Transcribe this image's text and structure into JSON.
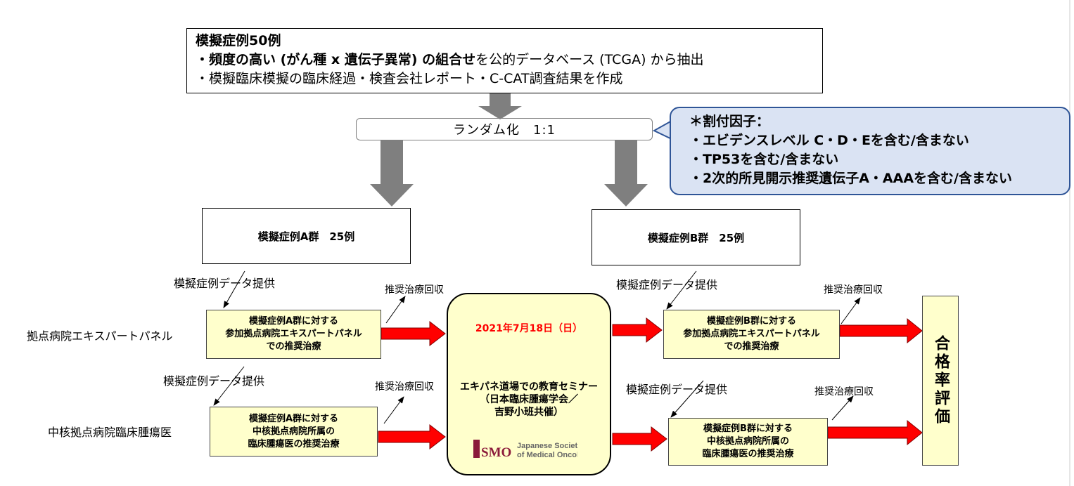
{
  "top_box": {
    "line1": "模擬症例50例",
    "line2_bold": "・頻度の高い (がん種 x 遺伝子異常) の組合せ",
    "line2_rest": "を公的データベース (TCGA) から抽出",
    "line3": "・模擬臨床模擬の臨床経過・検査会社レポート・C-CAT調査結果を作成"
  },
  "randomization": "ランダム化　1:1",
  "callout": {
    "title": "＊割付因子：",
    "items": [
      "・エビデンスレベル C・D・Eを含む/含まない",
      "・TP53を含む/含まない",
      "・2次的所見開示推奨遺伝子A・AAAを含む/含まない"
    ]
  },
  "group_a": "模擬症例A群　25例",
  "group_b": "模擬症例B群　25例",
  "data_provision": "模擬症例データ提供",
  "recommendation_collection": "推奨治療回収",
  "row_labels": {
    "expert_panel": "拠点病院エキスパートパネル",
    "oncologist": "中核拠点病院臨床腫瘍医"
  },
  "boxes": {
    "a_panel": [
      "模擬症例A群に対する",
      "参加拠点病院エキスパートパネル",
      "での推奨治療"
    ],
    "a_onc": [
      "模擬症例A群に対する",
      "中核拠点病院所属の",
      "臨床腫瘍医の推奨治療"
    ],
    "b_panel": [
      "模擬症例B群に対する",
      "参加拠点病院エキスパートパネル",
      "での推奨治療"
    ],
    "b_onc": [
      "模擬症例B群に対する",
      "中核拠点病院所属の",
      "臨床腫瘍医の推奨治療"
    ]
  },
  "seminar": {
    "date": "2021年7月18日（日）",
    "title_lines": [
      "エキパネ道場での教育セミナー",
      "（日本臨床腫瘍学会／",
      "吉野小班共催）"
    ],
    "logo_text": "SMO",
    "logo_name_line1": "Japanese Society",
    "logo_name_line2": "of Medical Oncology"
  },
  "evaluation": "合格率評価",
  "colors": {
    "red_arrow": "#ff0000",
    "gray_arrow": "#7f7f7f",
    "yellow_box": "#ffffcc",
    "callout_fill": "#dae3f3",
    "callout_border": "#2f5597",
    "date_red": "#ff0000"
  }
}
